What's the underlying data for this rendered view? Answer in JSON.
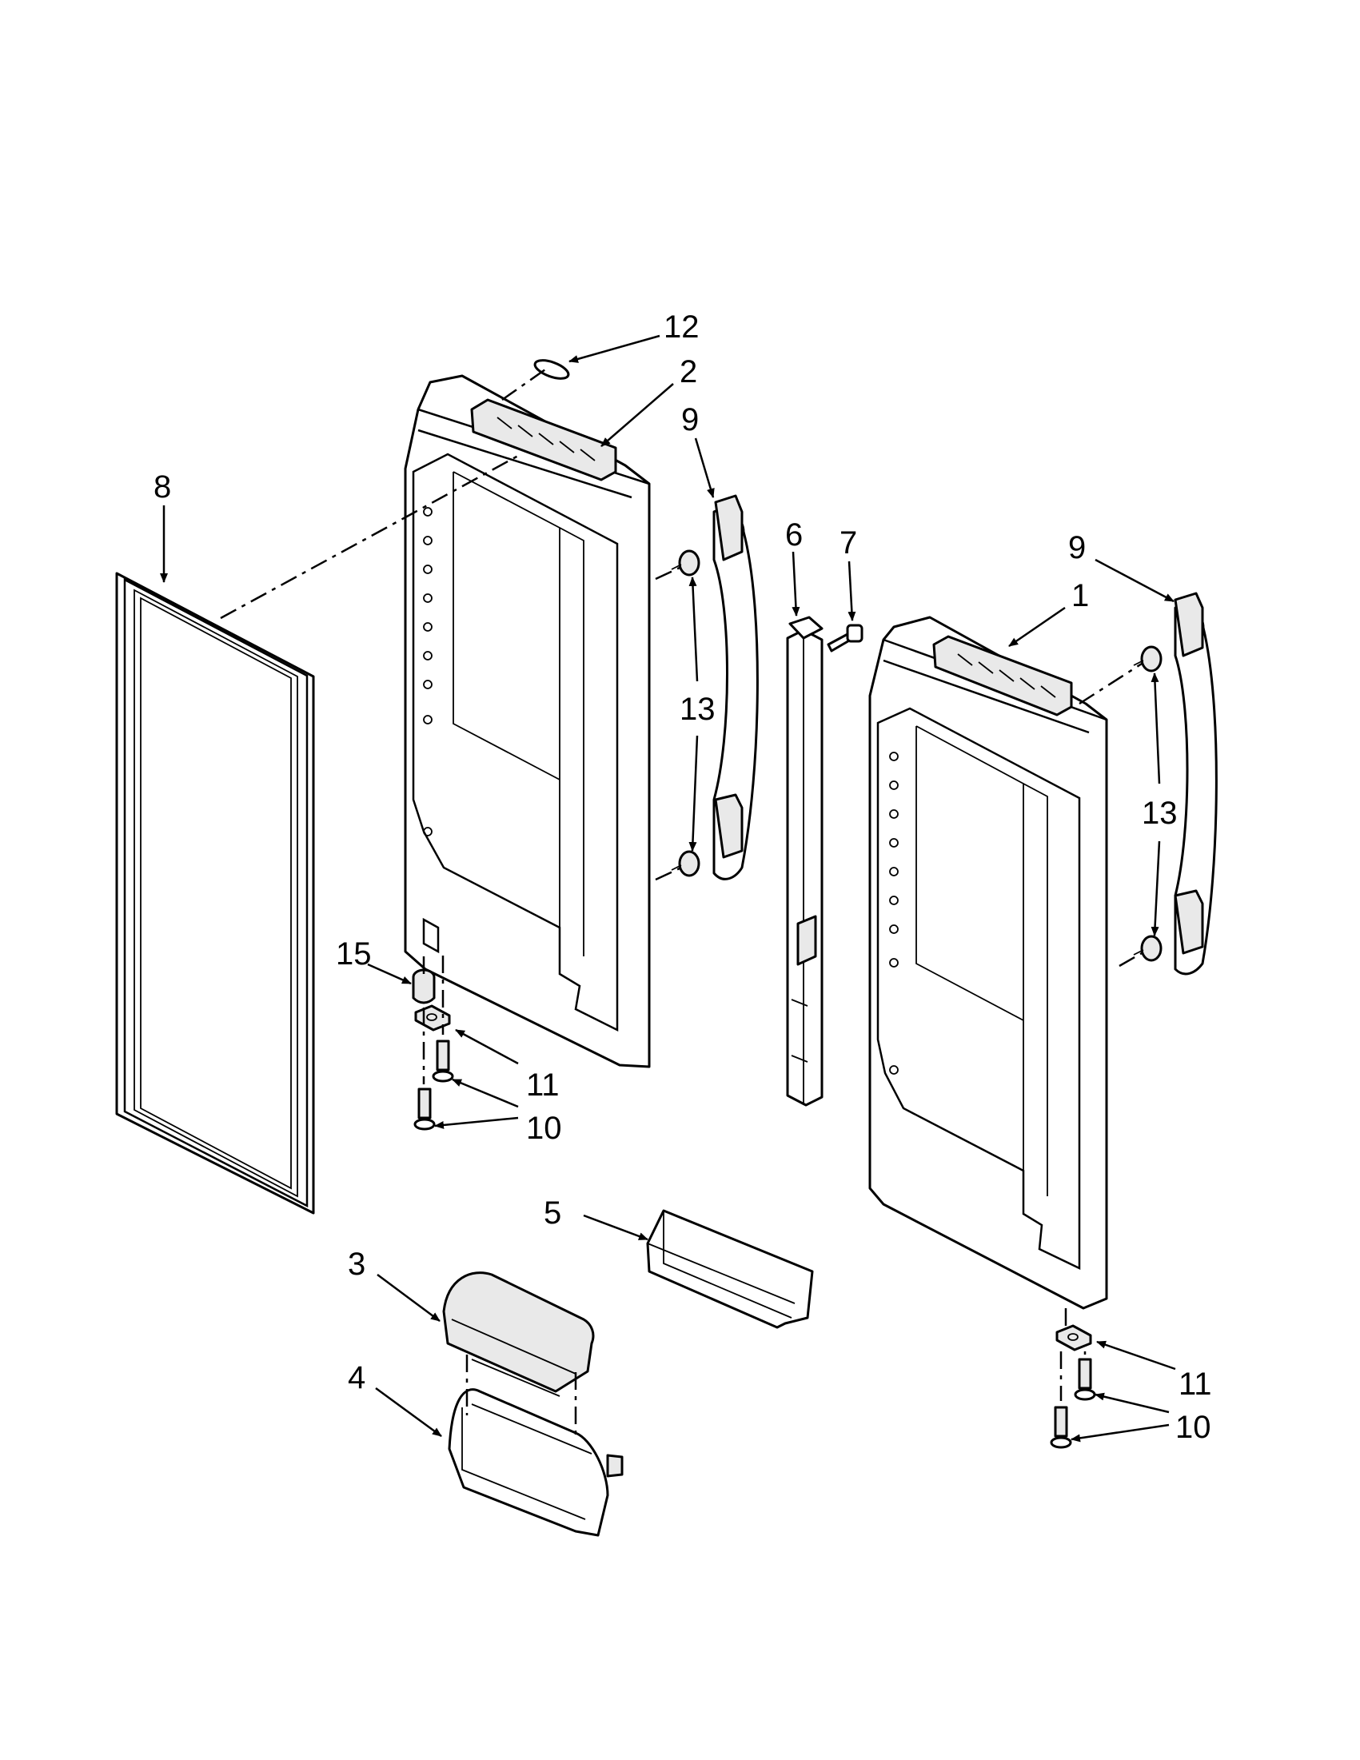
{
  "callouts": {
    "c1": "1",
    "c2": "2",
    "c3": "3",
    "c4": "4",
    "c5": "5",
    "c6": "6",
    "c7": "7",
    "c8": "8",
    "c9a": "9",
    "c9b": "9",
    "c10a": "10",
    "c10b": "10",
    "c11a": "11",
    "c11b": "11",
    "c12": "12",
    "c13a": "13",
    "c13b": "13",
    "c15": "15"
  }
}
